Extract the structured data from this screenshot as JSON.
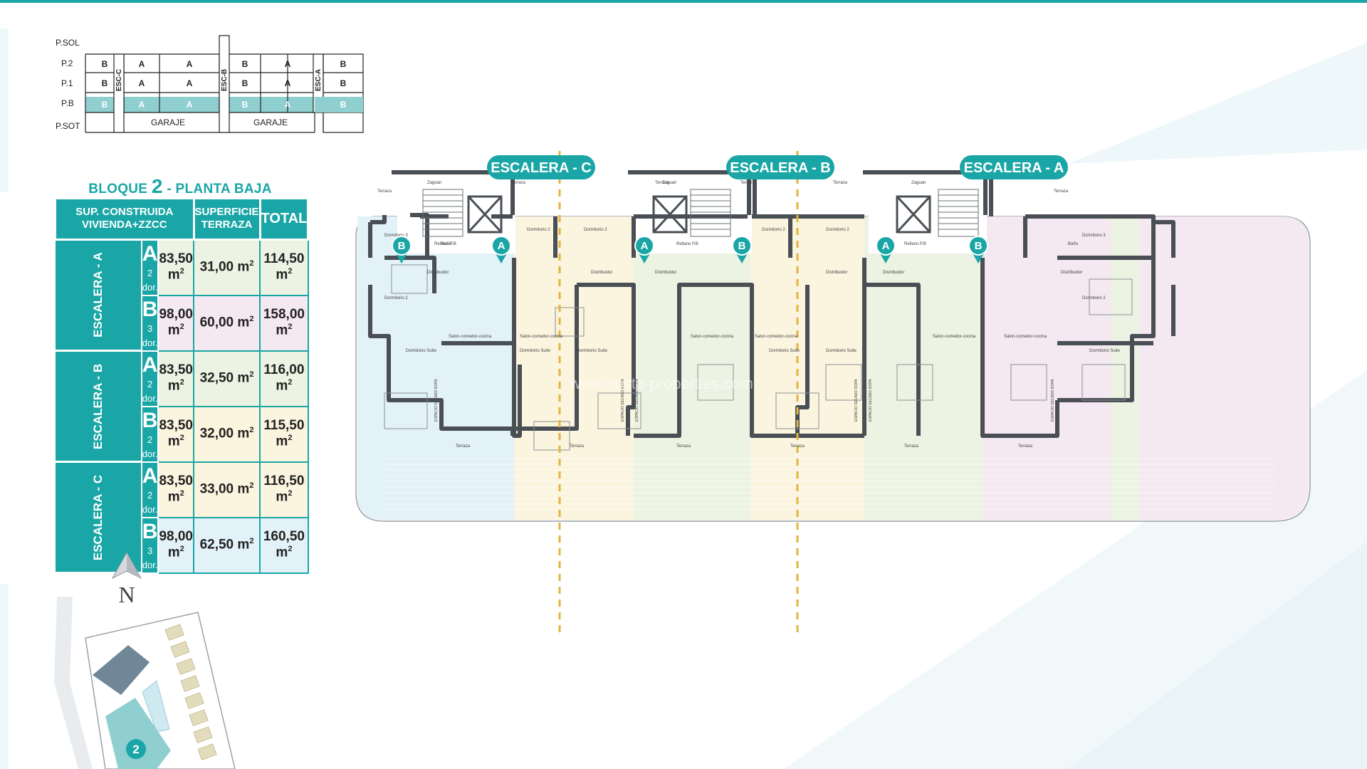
{
  "section": {
    "levels": [
      "P.SOL",
      "P.2",
      "P.1",
      "P.B",
      "P.SOT"
    ],
    "rows": {
      "p2": [
        "B",
        "A",
        "A",
        "B",
        "A",
        "B"
      ],
      "p1": [
        "B",
        "A",
        "A",
        "B",
        "A",
        "B"
      ],
      "pb": [
        "B",
        "A",
        "A",
        "B",
        "A",
        "B"
      ]
    },
    "stair_labels": [
      "ESC-C",
      "ESC-B",
      "ESC-A"
    ],
    "garage_labels": [
      "GARAJE",
      "GARAJE"
    ]
  },
  "block_title": {
    "prefix": "BLOQUE",
    "number": "2",
    "suffix": "- PLANTA BAJA"
  },
  "table": {
    "headers": {
      "built_1": "SUP. CONSTRUIDA",
      "built_2": "VIVIENDA+ZZCC",
      "terrace_1": "SUPERFICIE",
      "terrace_2": "TERRAZA",
      "total": "TOTAL"
    },
    "unit": "m",
    "unit_exp": "2",
    "groups": [
      {
        "stair": "ESCALERA - A",
        "rows": [
          {
            "type": "A",
            "dorms": "2 dor.",
            "built": "83,50",
            "terrace": "31,00",
            "total": "114,50"
          },
          {
            "type": "B",
            "dorms": "3 dor.",
            "built": "98,00",
            "terrace": "60,00",
            "total": "158,00"
          }
        ]
      },
      {
        "stair": "ESCALERA - B",
        "rows": [
          {
            "type": "A",
            "dorms": "2 dor.",
            "built": "83,50",
            "terrace": "32,50",
            "total": "116,00"
          },
          {
            "type": "B",
            "dorms": "2 dor.",
            "built": "83,50",
            "terrace": "32,00",
            "total": "115,50"
          }
        ]
      },
      {
        "stair": "ESCALERA - C",
        "rows": [
          {
            "type": "A",
            "dorms": "2 dor.",
            "built": "83,50",
            "terrace": "33,00",
            "total": "116,50"
          },
          {
            "type": "B",
            "dorms": "3 dor.",
            "built": "98,00",
            "terrace": "62,50",
            "total": "160,50"
          }
        ]
      }
    ]
  },
  "compass": {
    "label": "N"
  },
  "site_plan": {
    "block_number": "2"
  },
  "floor_plan": {
    "stairs": [
      {
        "prefix": "ESCALERA - ",
        "letter": "C"
      },
      {
        "prefix": "ESCALERA - ",
        "letter": "B"
      },
      {
        "prefix": "ESCALERA - ",
        "letter": "A"
      }
    ],
    "unit_badges": [
      "B",
      "A",
      "A",
      "B",
      "A",
      "B"
    ],
    "room_labels": {
      "terraza": "Terraza",
      "dormitorio_suite": "Dormitorio Suite",
      "dormitorio_2": "Dormitorio 2",
      "dormitorio_3": "Dormitorio 3",
      "salon": "Salon-comedor-cocina",
      "distribuidor": "Distribuidor",
      "bano": "Baño",
      "zaguan": "Zaguan",
      "rellano": "Rellano P.B",
      "espacio": "ESPACIO SECADO ROPA"
    },
    "watermark": "www.costa-properties.com"
  },
  "colors": {
    "teal": "#1aa6a6",
    "unit_green": "#ecf3e3",
    "unit_pink": "#f4e8f1",
    "unit_yellow": "#fbf4df",
    "unit_blue": "#e3f1f8",
    "wall": "#4a4f55",
    "dash": "#e3b53b"
  }
}
